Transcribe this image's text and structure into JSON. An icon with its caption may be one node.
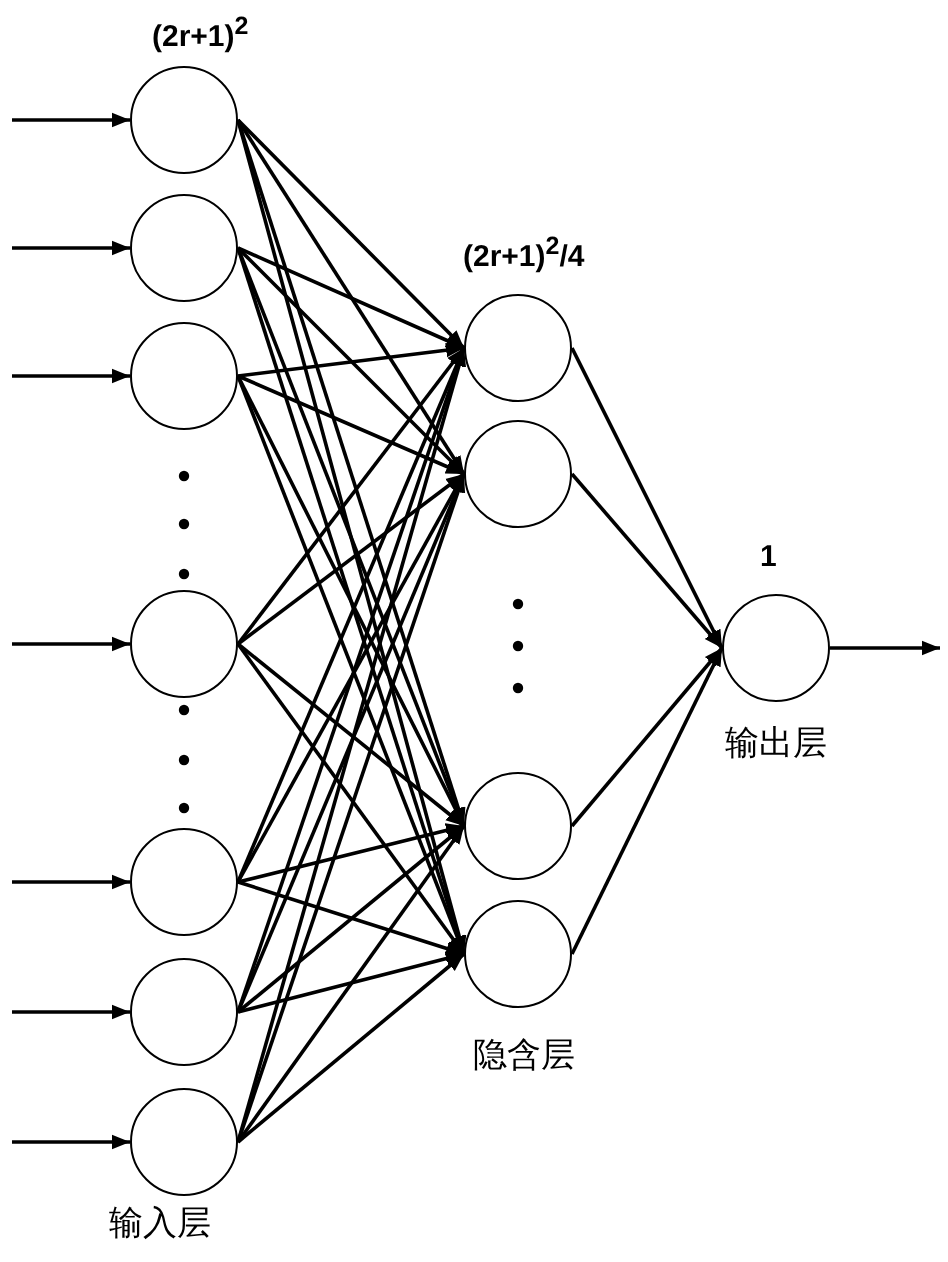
{
  "diagram": {
    "nodes": [
      {
        "text": [],
        "shape": "circle"
      },
      {
        "text": [],
        "shape": "circle"
      },
      {
        "text": [],
        "shape": "circle"
      },
      {
        "text": [],
        "shape": "circle"
      },
      {
        "text": [],
        "shape": "circle"
      },
      {
        "text": [],
        "shape": "circle"
      },
      {
        "text": [],
        "shape": "circle"
      },
      {
        "text": [],
        "shape": "circle"
      },
      {
        "text": [],
        "shape": "circle"
      },
      {
        "text": [],
        "shape": "circle"
      },
      {
        "text": [],
        "shape": "circle"
      },
      {
        "text": [],
        "shape": "circle"
      }
    ],
    "edges": [
      {
        "from": null,
        "to": 0,
        "arrow": "to"
      },
      {
        "from": null,
        "to": 1,
        "arrow": "to"
      },
      {
        "from": null,
        "to": 2,
        "arrow": "to"
      },
      {
        "from": null,
        "to": 3,
        "arrow": "to"
      },
      {
        "from": null,
        "to": 4,
        "arrow": "to"
      },
      {
        "from": null,
        "to": 5,
        "arrow": "to"
      },
      {
        "from": null,
        "to": 6,
        "arrow": "to"
      },
      {
        "from": 0,
        "to": 7,
        "arrow": "to"
      },
      {
        "from": 0,
        "to": 8,
        "arrow": "to"
      },
      {
        "from": 0,
        "to": 9,
        "arrow": "to"
      },
      {
        "from": 0,
        "to": 10,
        "arrow": "to"
      },
      {
        "from": 1,
        "to": 7,
        "arrow": "to"
      },
      {
        "from": 1,
        "to": 8,
        "arrow": "to"
      },
      {
        "from": 1,
        "to": 9,
        "arrow": "to"
      },
      {
        "from": 1,
        "to": 10,
        "arrow": "to"
      },
      {
        "from": 2,
        "to": 7,
        "arrow": "to"
      },
      {
        "from": 2,
        "to": 8,
        "arrow": "to"
      },
      {
        "from": 2,
        "to": 9,
        "arrow": "to"
      },
      {
        "from": 2,
        "to": 10,
        "arrow": "to"
      },
      {
        "from": 3,
        "to": 7,
        "arrow": "to"
      },
      {
        "from": 3,
        "to": 8,
        "arrow": "to"
      },
      {
        "from": 3,
        "to": 9,
        "arrow": "to"
      },
      {
        "from": 3,
        "to": 10,
        "arrow": "to"
      },
      {
        "from": 4,
        "to": 7,
        "arrow": "to"
      },
      {
        "from": 4,
        "to": 8,
        "arrow": "to"
      },
      {
        "from": 4,
        "to": 9,
        "arrow": "to"
      },
      {
        "from": 4,
        "to": 10,
        "arrow": "to"
      },
      {
        "from": 5,
        "to": 7,
        "arrow": "to"
      },
      {
        "from": 5,
        "to": 8,
        "arrow": "to"
      },
      {
        "from": 5,
        "to": 9,
        "arrow": "to"
      },
      {
        "from": 5,
        "to": 10,
        "arrow": "to"
      },
      {
        "from": 6,
        "to": 7,
        "arrow": "to"
      },
      {
        "from": 6,
        "to": 8,
        "arrow": "to"
      },
      {
        "from": 6,
        "to": 9,
        "arrow": "to"
      },
      {
        "from": 6,
        "to": 10,
        "arrow": "to"
      },
      {
        "from": 7,
        "to": 11,
        "arrow": "to"
      },
      {
        "from": 8,
        "to": 11,
        "arrow": "to"
      },
      {
        "from": 9,
        "to": 11,
        "arrow": "to"
      },
      {
        "from": 10,
        "to": 11,
        "arrow": "to"
      },
      {
        "from": 11,
        "to": null,
        "arrow": "to"
      }
    ],
    "labels": [
      "(2r+1)$^{2}$",
      "(2r+1)$^{2}$/4",
      "1",
      "输出层",
      "隐含层",
      "输入层"
    ]
  }
}
